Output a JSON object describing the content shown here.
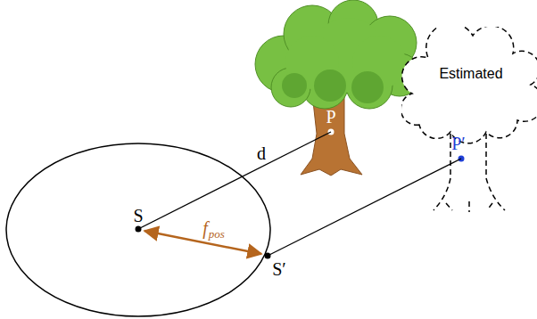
{
  "diagram": {
    "nodes": [
      {
        "text": [
          "P"
        ]
      },
      {
        "text": [
          "Estimated",
          "P′"
        ]
      }
    ],
    "labels": [
      "S",
      "S′",
      "d",
      "f",
      "pos"
    ]
  }
}
